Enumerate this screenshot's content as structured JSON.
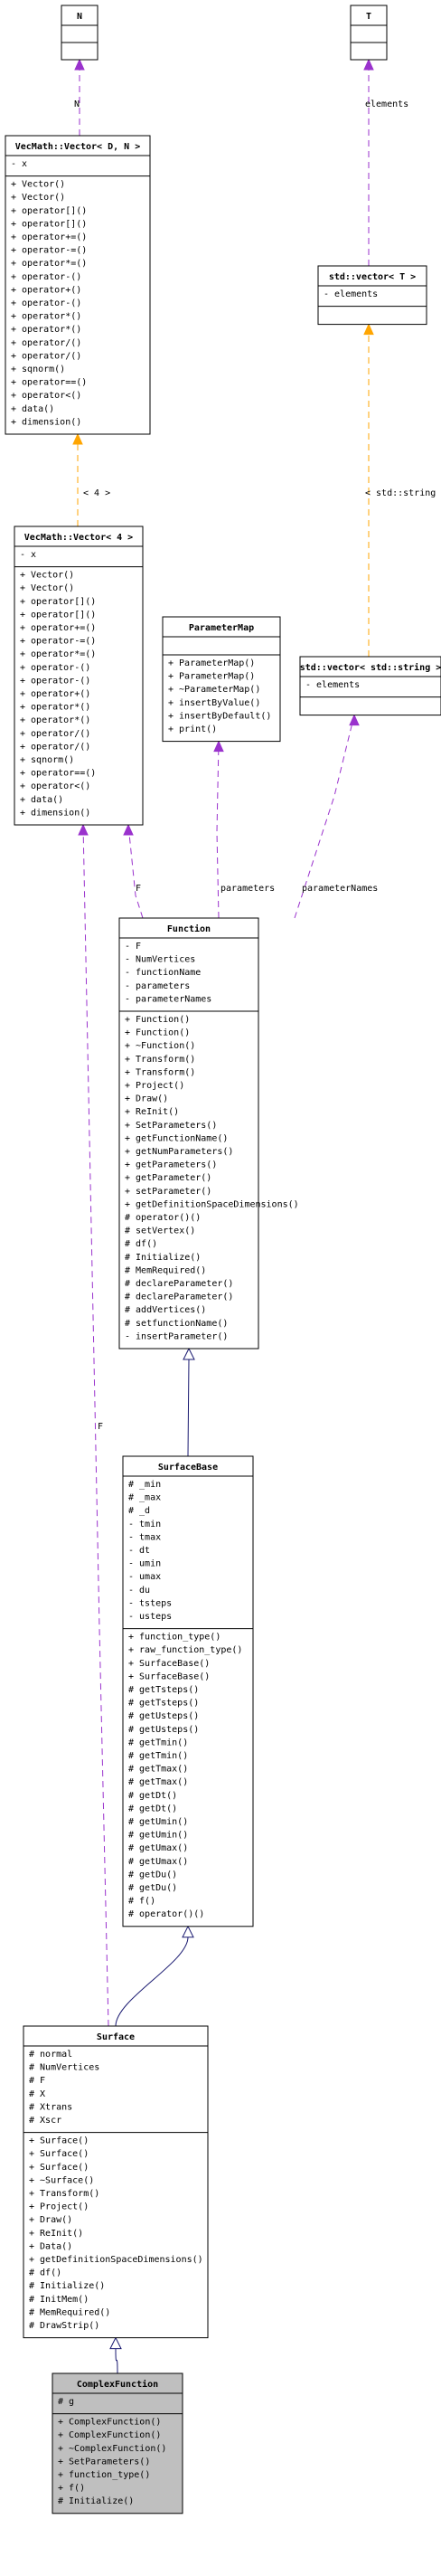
{
  "classes": {
    "n": {
      "title": "N",
      "attributes": [],
      "methods": []
    },
    "t": {
      "title": "T",
      "attributes": [],
      "methods": []
    },
    "vecN": {
      "title": "VecMath::Vector< D, N >",
      "attributes": [
        "- x"
      ],
      "methods": [
        "+ Vector()",
        "+ Vector()",
        "+ operator[]()",
        "+ operator[]()",
        "+ operator+=()",
        "+ operator-=()",
        "+ operator*=()",
        "+ operator-()",
        "+ operator+()",
        "+ operator-()",
        "+ operator*()",
        "+ operator*()",
        "+ operator/()",
        "+ operator/()",
        "+ sqnorm()",
        "+ operator==()",
        "+ operator<()",
        "+ data()",
        "+ dimension()"
      ]
    },
    "stdvecT": {
      "title": "std::vector< T >",
      "attributes": [
        "- elements"
      ],
      "methods": []
    },
    "vec4": {
      "title": "VecMath::Vector< 4 >",
      "attributes": [
        "- x"
      ],
      "methods": [
        "+ Vector()",
        "+ Vector()",
        "+ operator[]()",
        "+ operator[]()",
        "+ operator+=()",
        "+ operator-=()",
        "+ operator*=()",
        "+ operator-()",
        "+ operator-()",
        "+ operator+()",
        "+ operator*()",
        "+ operator*()",
        "+ operator/()",
        "+ operator/()",
        "+ sqnorm()",
        "+ operator==()",
        "+ operator<()",
        "+ data()",
        "+ dimension()"
      ]
    },
    "paramMap": {
      "title": "ParameterMap",
      "attributes": [],
      "methods": [
        "+ ParameterMap()",
        "+ ParameterMap()",
        "+ ~ParameterMap()",
        "+ insertByValue()",
        "+ insertByDefault()",
        "+ print()"
      ]
    },
    "stdvecStr": {
      "title": "std::vector< std::string >",
      "attributes": [
        "- elements"
      ],
      "methods": []
    },
    "function": {
      "title": "Function",
      "attributes": [
        "- F",
        "- NumVertices",
        "- functionName",
        "- parameters",
        "- parameterNames"
      ],
      "methods": [
        "+ Function()",
        "+ Function()",
        "+ ~Function()",
        "+ Transform()",
        "+ Transform()",
        "+ Project()",
        "+ Draw()",
        "+ ReInit()",
        "+ SetParameters()",
        "+ getFunctionName()",
        "+ getNumParameters()",
        "+ getParameters()",
        "+ getParameter()",
        "+ setParameter()",
        "+ getDefinitionSpaceDimensions()",
        "# operator()()",
        "# setVertex()",
        "# df()",
        "# Initialize()",
        "# MemRequired()",
        "# declareParameter()",
        "# declareParameter()",
        "# addVertices()",
        "# setfunctionName()",
        "- insertParameter()"
      ]
    },
    "surfaceBase": {
      "title": "SurfaceBase",
      "attributes": [
        "# _min",
        "# _max",
        "# _d",
        "- tmin",
        "- tmax",
        "- dt",
        "- umin",
        "- umax",
        "- du",
        "- tsteps",
        "- usteps"
      ],
      "methods": [
        "+ function_type()",
        "+ raw_function_type()",
        "+ SurfaceBase()",
        "+ SurfaceBase()",
        "# getTsteps()",
        "# getTsteps()",
        "# getUsteps()",
        "# getUsteps()",
        "# getTmin()",
        "# getTmin()",
        "# getTmax()",
        "# getTmax()",
        "# getDt()",
        "# getDt()",
        "# getUmin()",
        "# getUmin()",
        "# getUmax()",
        "# getUmax()",
        "# getDu()",
        "# getDu()",
        "# f()",
        "# operator()()"
      ]
    },
    "surface": {
      "title": "Surface",
      "attributes": [
        "# normal",
        "# NumVertices",
        "# F",
        "# X",
        "# Xtrans",
        "# Xscr"
      ],
      "methods": [
        "+ Surface()",
        "+ Surface()",
        "+ Surface()",
        "+ ~Surface()",
        "+ Transform()",
        "+ Project()",
        "+ Draw()",
        "+ ReInit()",
        "+ Data()",
        "+ getDefinitionSpaceDimensions()",
        "# df()",
        "# Initialize()",
        "# InitMem()",
        "# MemRequired()",
        "# DrawStrip()"
      ]
    },
    "complexFunction": {
      "title": "ComplexFunction",
      "attributes": [
        "# g"
      ],
      "methods": [
        "+ ComplexFunction()",
        "+ ComplexFunction()",
        "+ ~ComplexFunction()",
        "+ SetParameters()",
        "+ function_type()",
        "+ f()",
        "# Initialize()"
      ]
    }
  },
  "edges": {
    "n_to_vecN": "N",
    "t_to_stdvecT": "elements",
    "vecN_to_vec4": "< 4 >",
    "stdvecT_to_stdvecStr": "< std::string >",
    "vec4_to_function": "F",
    "paramMap_to_function": "parameters",
    "stdvecStr_to_function": "parameterNames",
    "vec4_to_surface": "F"
  }
}
